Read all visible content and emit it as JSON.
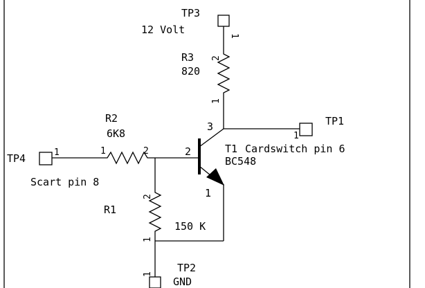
{
  "colors": {
    "ink": "#000000",
    "background": "#ffffff"
  },
  "test_points": {
    "tp1": "TP1",
    "tp2": "TP2",
    "tp3": "TP3",
    "tp4": "TP4"
  },
  "net_labels": {
    "supply": "12 Volt",
    "ground": "GND",
    "scart": "Scart pin 8",
    "cardswitch": "Cardswitch pin 6"
  },
  "components": {
    "r1": {
      "ref": "R1",
      "value": "150 K"
    },
    "r2": {
      "ref": "R2",
      "value": "6K8"
    },
    "r3": {
      "ref": "R3",
      "value": "820"
    },
    "t1": {
      "ref": "T1",
      "value": "BC548"
    }
  },
  "pins": {
    "tp1_pin": "1",
    "tp2_pin": "1",
    "tp3_pin": "1",
    "tp4_pin": "1",
    "r1_top": "2",
    "r1_bottom": "1",
    "r2_left": "1",
    "r2_right": "2",
    "r3_top": "2",
    "r3_bottom": "1",
    "t1_base": "2",
    "t1_collector": "3",
    "t1_emitter": "1"
  }
}
